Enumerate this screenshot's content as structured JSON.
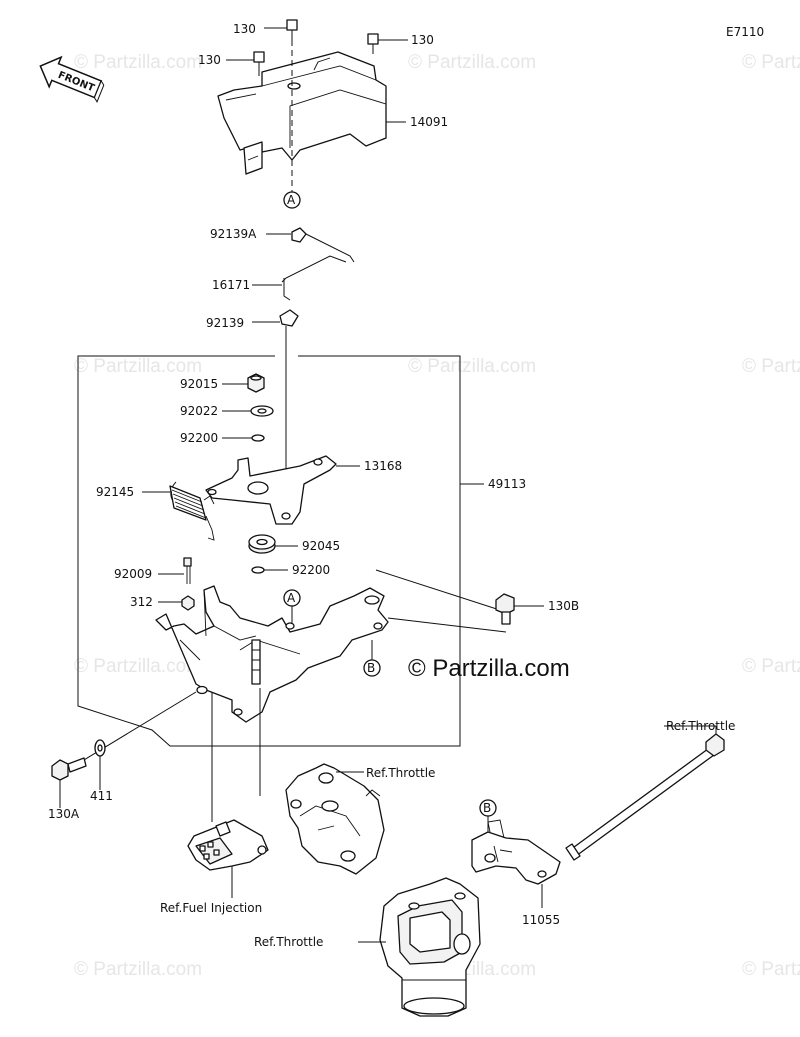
{
  "diagram_code": "E7110",
  "front_label": "FRONT",
  "watermark": "© Partzilla.com",
  "main_watermark": "© Partzilla.com",
  "callouts": {
    "a_top": "A",
    "a_bracket": "A",
    "b_bracket": "B",
    "b_lower": "B"
  },
  "parts": {
    "p130_top": "130",
    "p130_right": "130",
    "p130_left": "130",
    "p14091": "14091",
    "p92139A": "92139A",
    "p16171": "16171",
    "p92139": "92139",
    "p92015": "92015",
    "p92022": "92022",
    "p92200_a": "92200",
    "p13168": "13168",
    "p49113": "49113",
    "p92145": "92145",
    "p92045": "92045",
    "p92009": "92009",
    "p92200_b": "92200",
    "p312": "312",
    "p130B": "130B",
    "p130A": "130A",
    "p411": "411",
    "p11055": "11055"
  },
  "refs": {
    "throttle_top_right": "Ref.Throttle",
    "throttle_mid": "Ref.Throttle",
    "fuel_injection": "Ref.Fuel Injection",
    "throttle_bottom": "Ref.Throttle"
  }
}
